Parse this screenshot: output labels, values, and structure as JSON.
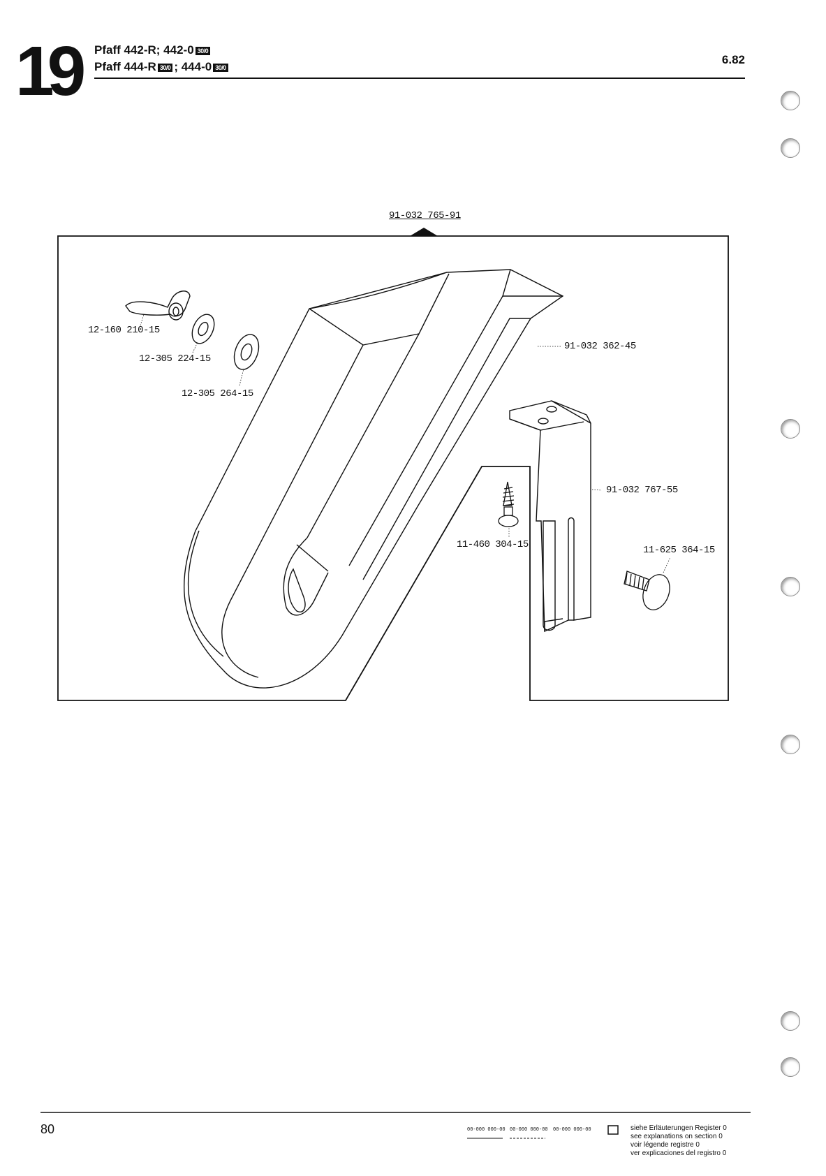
{
  "header": {
    "section_number": "19",
    "model_line_1": "Pfaff 442-R; 442-0",
    "model_line_1_badge": "30/0",
    "model_line_2_a": "Pfaff 444-R",
    "model_line_2_badge_a": "30/0",
    "model_line_2_b": "; 444-0",
    "model_line_2_badge_b": "30/0",
    "date": "6.82"
  },
  "diagram": {
    "assembly_number": "91-032 765-91",
    "parts": [
      {
        "id": "12-160 210-15",
        "icon": "wing-nut-icon"
      },
      {
        "id": "12-305 224-15",
        "icon": "washer-icon"
      },
      {
        "id": "12-305 264-15",
        "icon": "washer-icon"
      },
      {
        "id": "91-032 362-45",
        "icon": "chain-guard-icon"
      },
      {
        "id": "91-032 767-55",
        "icon": "bracket-icon"
      },
      {
        "id": "11-460 304-15",
        "icon": "wood-screw-icon"
      },
      {
        "id": "11-625 364-15",
        "icon": "bolt-icon"
      }
    ]
  },
  "footer": {
    "page_number": "80",
    "legend_sample_1": "00-000 000-00",
    "legend_sample_2": "00-000 000-00",
    "legend_sample_3": "00-000 000-00",
    "legend_lines": [
      "siehe Erläuterungen Register 0",
      "see explanations on section 0",
      "voir légende registre 0",
      "ver explicaciones del registro 0"
    ]
  },
  "colors": {
    "ink": "#111111",
    "paper": "#ffffff"
  }
}
